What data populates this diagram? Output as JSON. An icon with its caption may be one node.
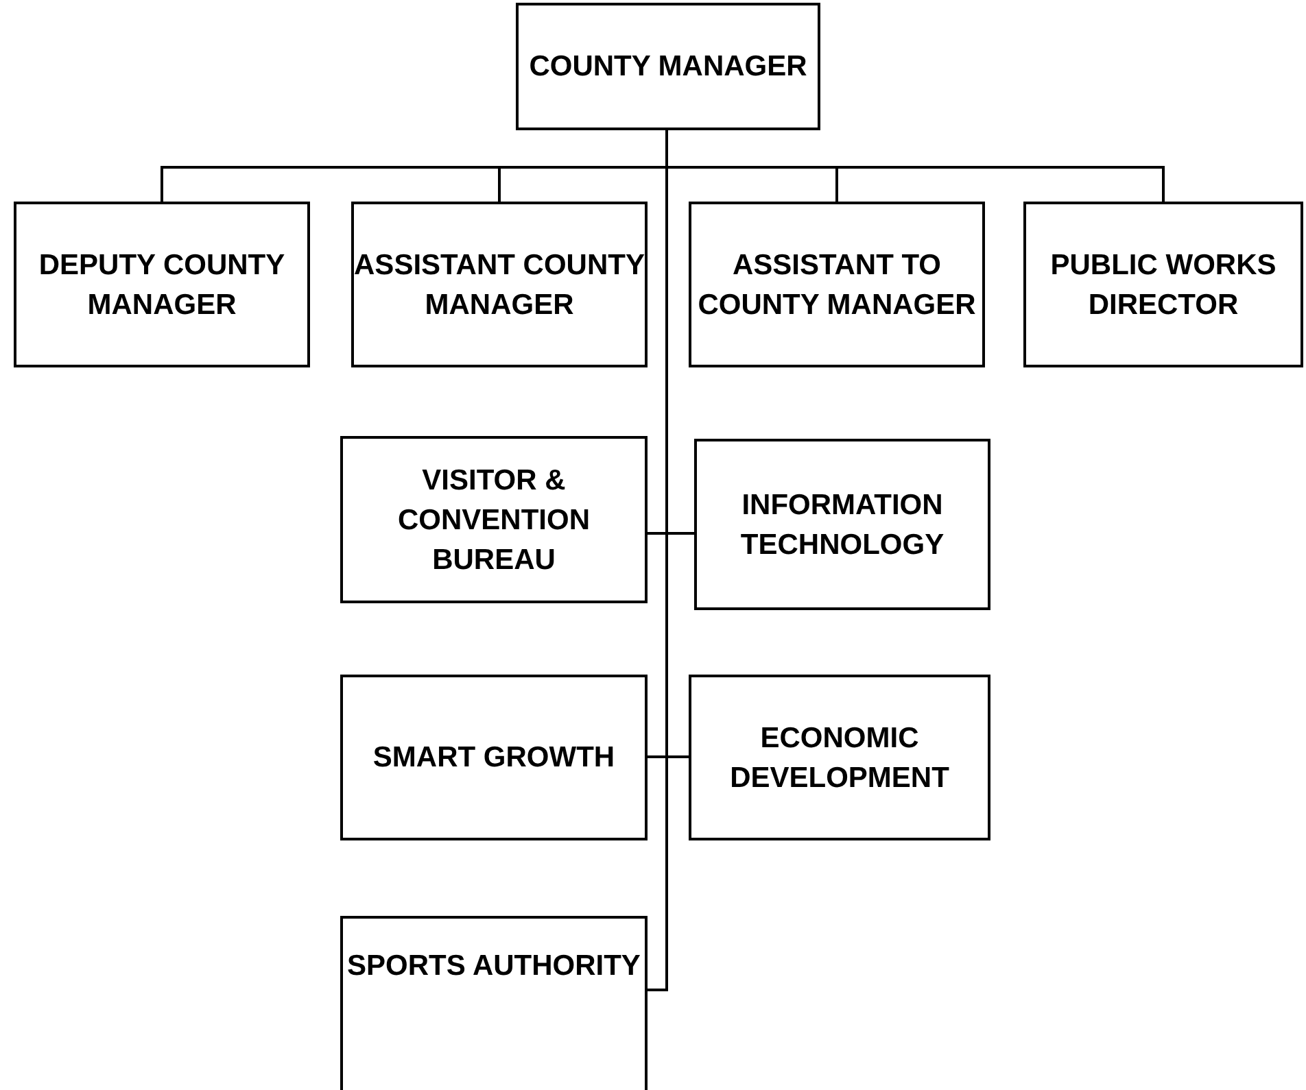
{
  "diagram": {
    "nodes": [
      {
        "text": [
          "COUNTY MANAGER"
        ]
      },
      {
        "text": [
          "DEPUTY COUNTY MANAGER"
        ]
      },
      {
        "text": [
          "ASSISTANT COUNTY MANAGER"
        ]
      },
      {
        "text": [
          "ASSISTANT TO COUNTY MANAGER"
        ]
      },
      {
        "text": [
          "PUBLIC WORKS DIRECTOR"
        ]
      },
      {
        "text": [
          "VISITOR & CONVENTION BUREAU"
        ]
      },
      {
        "text": [
          "INFORMATION TECHNOLOGY"
        ]
      },
      {
        "text": [
          "SMART GROWTH"
        ]
      },
      {
        "text": [
          "ECONOMIC DEVELOPMENT"
        ]
      },
      {
        "text": [
          "SPORTS AUTHORITY"
        ]
      }
    ],
    "edges": [
      {
        "from": 0,
        "to": 1,
        "arrow": "none"
      },
      {
        "from": 0,
        "to": 2,
        "arrow": "none"
      },
      {
        "from": 0,
        "to": 3,
        "arrow": "none"
      },
      {
        "from": 0,
        "to": 4,
        "arrow": "none"
      },
      {
        "from": 0,
        "to": 5,
        "arrow": "none"
      },
      {
        "from": 0,
        "to": 6,
        "arrow": "none"
      },
      {
        "from": 0,
        "to": 7,
        "arrow": "none"
      },
      {
        "from": 0,
        "to": 8,
        "arrow": "none"
      },
      {
        "from": 0,
        "to": 9,
        "arrow": "none"
      }
    ]
  }
}
